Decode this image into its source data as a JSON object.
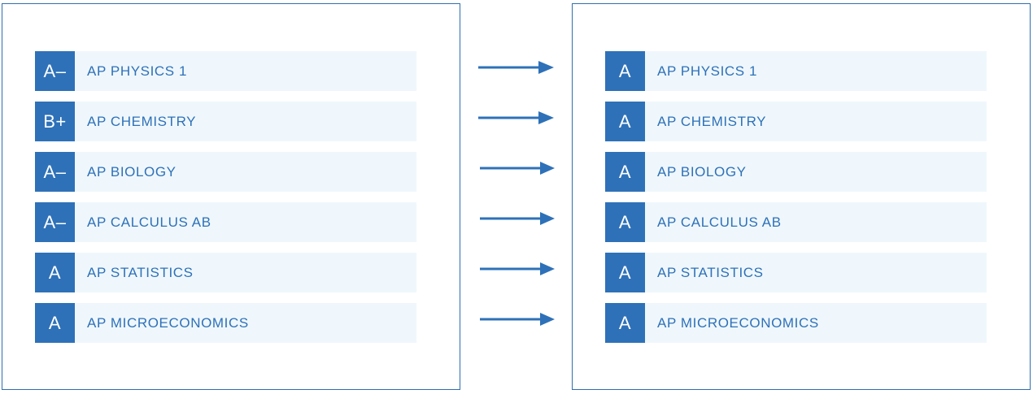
{
  "colors": {
    "accent": "#2e71b8",
    "row_background": "#eff7fc",
    "panel_border": "#2f6fae"
  },
  "before": {
    "rows": [
      {
        "grade": "A–",
        "course": "AP PHYSICS 1"
      },
      {
        "grade": "B+",
        "course": "AP CHEMISTRY"
      },
      {
        "grade": "A–",
        "course": "AP BIOLOGY"
      },
      {
        "grade": "A–",
        "course": "AP CALCULUS AB"
      },
      {
        "grade": "A",
        "course": "AP STATISTICS"
      },
      {
        "grade": "A",
        "course": "AP MICROECONOMICS"
      }
    ]
  },
  "after": {
    "rows": [
      {
        "grade": "A",
        "course": "AP PHYSICS 1"
      },
      {
        "grade": "A",
        "course": "AP CHEMISTRY"
      },
      {
        "grade": "A",
        "course": "AP BIOLOGY"
      },
      {
        "grade": "A",
        "course": "AP CALCULUS AB"
      },
      {
        "grade": "A",
        "course": "AP STATISTICS"
      },
      {
        "grade": "A",
        "course": "AP MICROECONOMICS"
      }
    ]
  },
  "arrow_icon": "arrow-right-icon"
}
